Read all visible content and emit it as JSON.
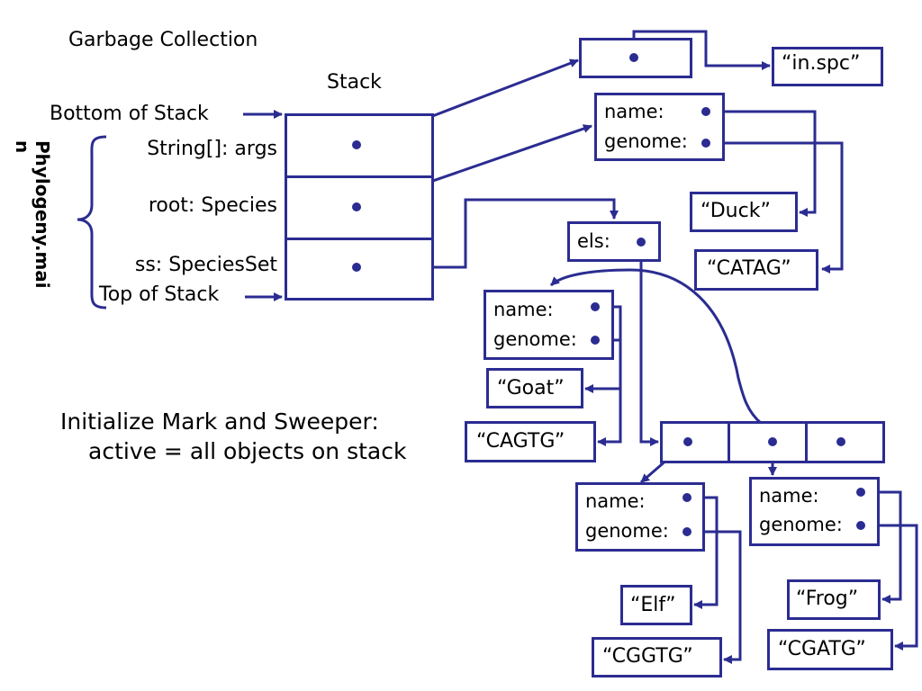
{
  "title": "Garbage Collection",
  "stack": {
    "heading": "Stack",
    "bottom_label": "Bottom of Stack",
    "top_label": "Top of Stack",
    "method_label": "Phylogeny.mai\nn",
    "frames": [
      {
        "label": "String[]: args"
      },
      {
        "label": "root: Species"
      },
      {
        "label": "ss: SpeciesSet"
      }
    ]
  },
  "objects": {
    "args_string": "“in.spc”",
    "root_fields": [
      "name:",
      "genome:"
    ],
    "duck": "“Duck”",
    "catag": "“CATAG”",
    "els_label": "els:",
    "goat_fields": [
      "name:",
      "genome:"
    ],
    "goat": "“Goat”",
    "cagtg": "“CAGTG”",
    "elf_fields": [
      "name:",
      "genome:"
    ],
    "elf": "“Elf”",
    "cggtg": "“CGGTG”",
    "frog_fields": [
      "name:",
      "genome:"
    ],
    "frog": "“Frog”",
    "cgatg": "“CGATG”"
  },
  "caption": {
    "line1": "Initialize Mark and Sweeper:",
    "line2": "active = all objects on stack"
  },
  "colors": {
    "line": "#2b2c91",
    "pointer_dot": "#2b2c91",
    "marked_ring": "#e87722"
  }
}
